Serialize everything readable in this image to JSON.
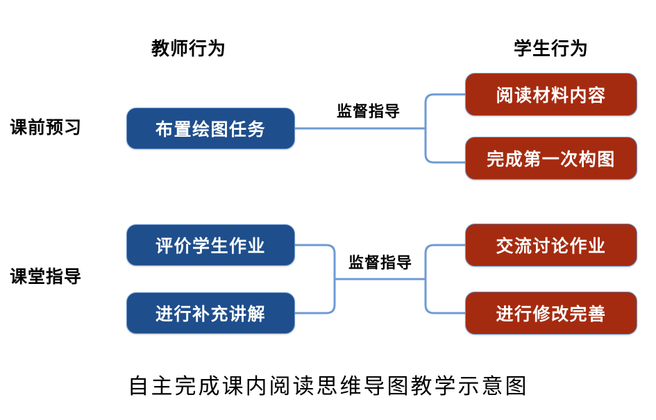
{
  "diagram": {
    "title": "自主完成课内阅读思维导图教学示意图",
    "colors": {
      "teacher_box": "#1F4E8C",
      "student_box": "#A52B10",
      "connector": "#6f9ad3",
      "text": "#FFFFFF",
      "background": "#FFFFFF"
    },
    "column_headers": [
      {
        "label": "教师行为"
      },
      {
        "label": "学生行为"
      }
    ],
    "rows": [
      {
        "label": "课前预习",
        "edge_label": "监督指导",
        "teacher_nodes": [
          {
            "label": "布置绘图任务"
          }
        ],
        "student_nodes": [
          {
            "label": "阅读材料内容"
          },
          {
            "label": "完成第一次构图"
          }
        ]
      },
      {
        "label": "课堂指导",
        "edge_label": "监督指导",
        "teacher_nodes": [
          {
            "label": "评价学生作业"
          },
          {
            "label": "进行补充讲解"
          }
        ],
        "student_nodes": [
          {
            "label": "交流讨论作业"
          },
          {
            "label": "进行修改完善"
          }
        ]
      }
    ]
  }
}
